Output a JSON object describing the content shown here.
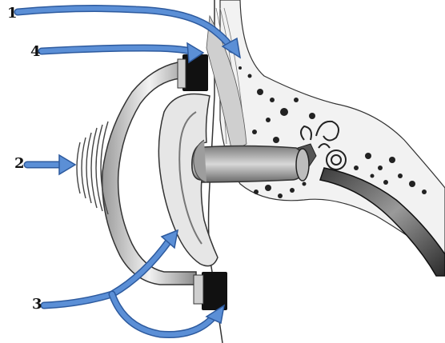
{
  "labels": {
    "l1": "1",
    "l2": "2",
    "l3": "3",
    "l4": "4"
  },
  "colors": {
    "arrow": "#5b8fd6",
    "arrow_outline": "#2d5a9e",
    "headphone_cup": "#111111",
    "tissue_fill": "#e8e8e8",
    "tissue_line": "#333333",
    "bone_dots": "#222222"
  },
  "icons": {
    "arrows": "blue-arrow-icon",
    "headphone": "headphone-icon",
    "ear": "ear-anatomy-icon"
  }
}
